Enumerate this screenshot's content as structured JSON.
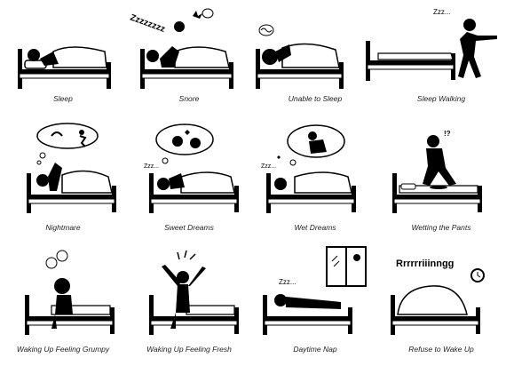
{
  "colors": {
    "ink": "#000000",
    "paper": "#ffffff"
  },
  "labels": [
    "Sleep",
    "Snore",
    "Unable to Sleep",
    "Sleep Walking",
    "Nightmare",
    "Sweet Dreams",
    "Wet Dreams",
    "Wetting the Pants",
    "Waking Up Feeling Grumpy",
    "Waking Up Feeling Fresh",
    "Daytime Nap",
    "Refuse to Wake Up"
  ],
  "sounds": {
    "snore": "Zzzzzzzz",
    "sweet_dreams": "Zzz...",
    "wet_dreams": "Zzz...",
    "sleep_walking": "Zzz...",
    "daytime_nap": "Zzz...",
    "refuse": "Rrrrrriiinngg",
    "wetting_marks": "!?"
  }
}
